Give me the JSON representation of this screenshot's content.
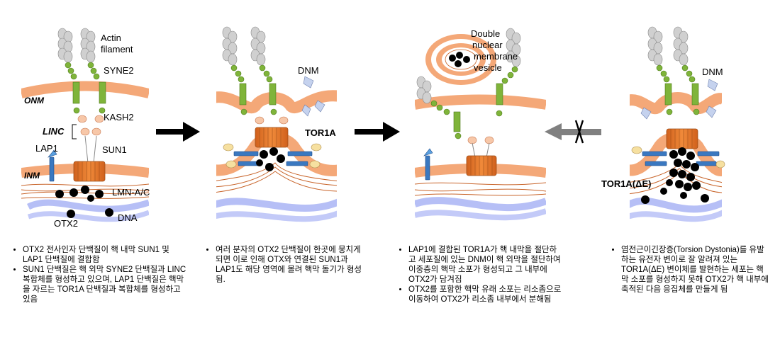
{
  "panel1": {
    "labels": {
      "actin": "Actin",
      "filament": "filament",
      "syne2": "SYNE2",
      "onm": "ONM",
      "kash2": "KASH2",
      "linc": "LINC",
      "lap1": "LAP1",
      "sun1": "SUN1",
      "inm": "INM",
      "lmn": "LMN-A/C",
      "otx2": "OTX2",
      "dna": "DNA"
    },
    "caption": [
      "OTX2 전사인자 단백질이 핵 내막 SUN1 및 LAP1 단백질에 결합함",
      "SUN1 단백질은 핵 외막 SYNE2 단백질과 LINC 복합체를 형성하고 있으며, LAP1 단백질은 핵막을 자르는 TOR1A 단백질과 복합체를 형성하고 있음"
    ]
  },
  "panel2": {
    "labels": {
      "dnm": "DNM",
      "tor1a": "TOR1A"
    },
    "caption": [
      "여러 분자의 OTX2 단백질이 한곳에 뭉치게 되면 이로 인해 OTX와 연결된 SUN1과 LAP1도 해당 영역에 몰려 핵막 돌기가 형성됨."
    ]
  },
  "panel3": {
    "labels": {
      "double": "Double",
      "nuclear": "nuclear",
      "membrane": "membrane",
      "vesicle": "vesicle"
    },
    "caption": [
      "LAP1에 결합된 TOR1A가 핵 내막을 절단하고 세포질에 있는 DNM이 핵 외막을 절단하여 이중층의 핵막 소포가 형성되고 그 내부에 OTX2가 담겨짐",
      "OTX2를 포함한 핵막 유래 소포는 리소좀으로 이동하여 OTX2가 리소좀 내부에서 분해됨"
    ]
  },
  "panel4": {
    "labels": {
      "dnm": "DNM",
      "tor1a_de": "TOR1A(ΔE)"
    },
    "caption": [
      "염전근이긴장증(Torsion Dystonia)를 유발하는 유전자 변이로 잘 알려져 있는 TOR1A(ΔE) 변이체를 발현하는 세포는 핵막 소포를 형성하지 못해 OTX2가 핵 내부에 축적된 다음 응집체를 만들게 됨"
    ]
  },
  "colors": {
    "membrane": "#f4a878",
    "lamina": "#c8642a",
    "dna": "#a9b4f5",
    "sun": "#e8782a",
    "green": "#7fb43a",
    "actin": "#d0d0d0",
    "lap": "#3a78c0",
    "otx": "#000000"
  }
}
